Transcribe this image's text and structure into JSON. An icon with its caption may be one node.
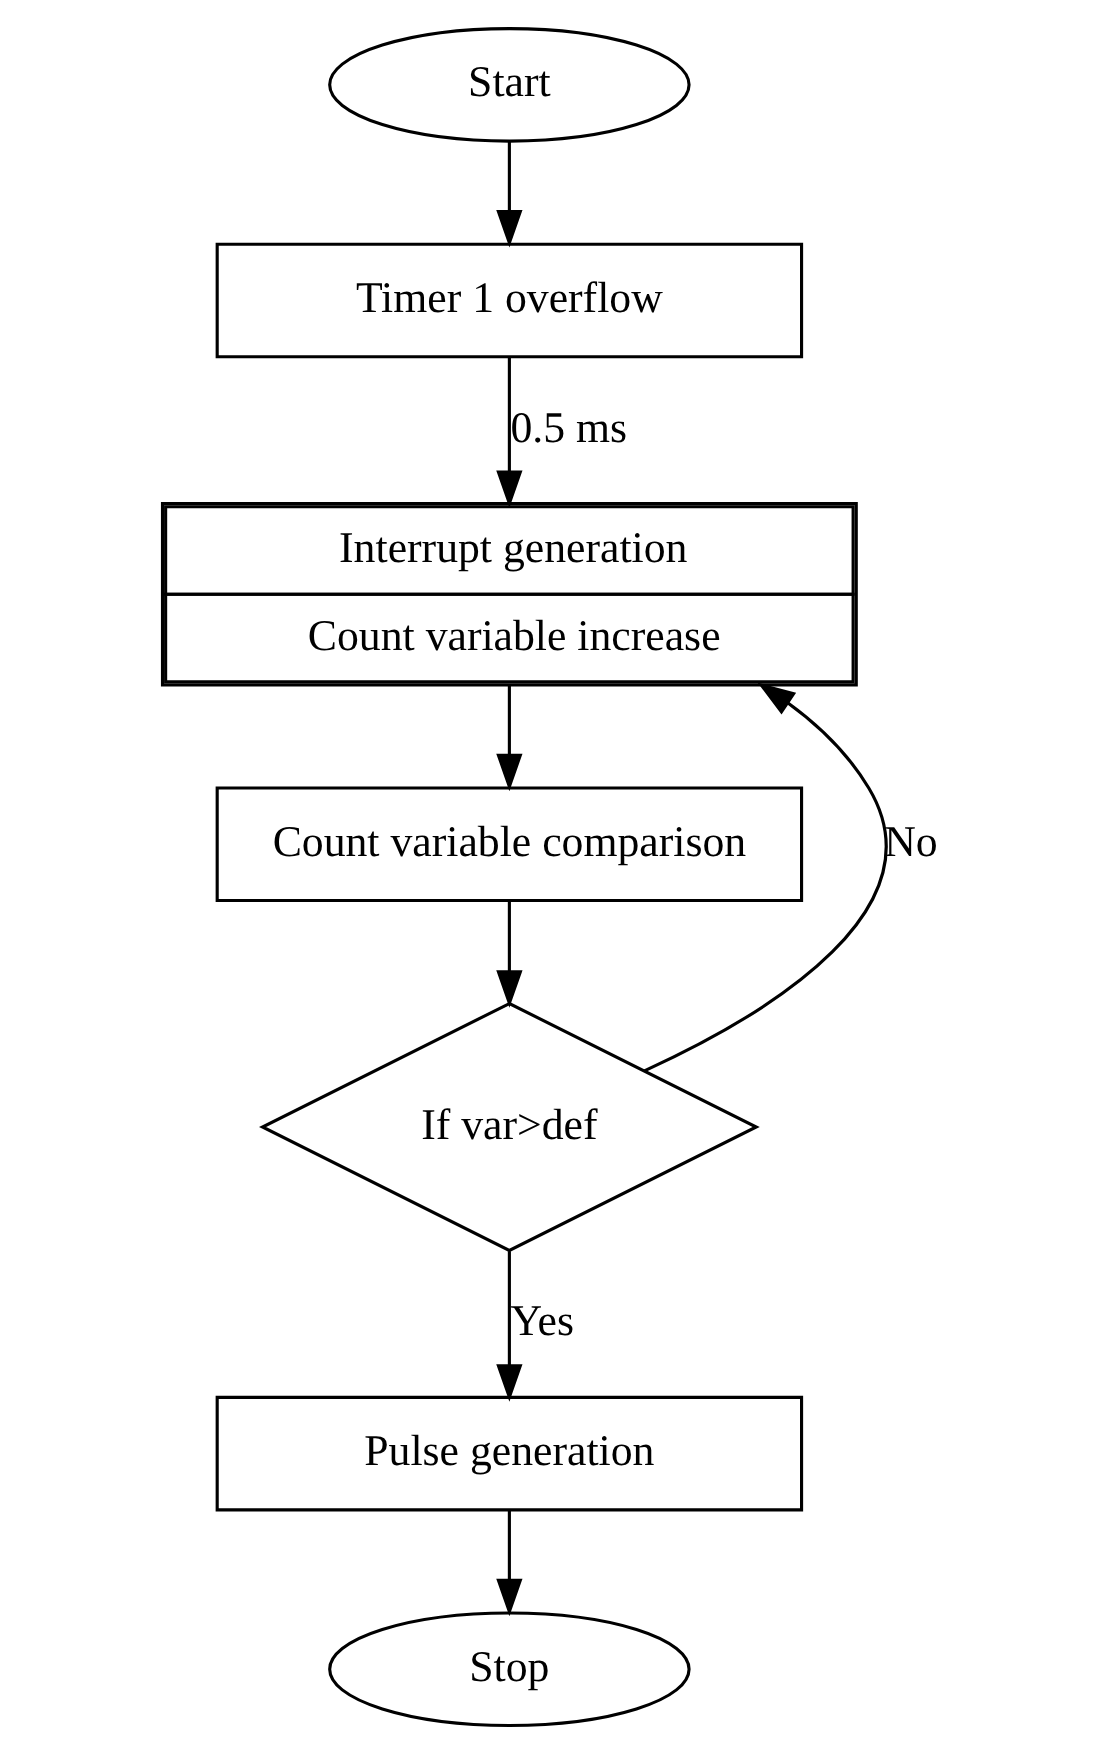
{
  "diagram": {
    "nodes": [
      {
        "text": [
          "Start"
        ]
      },
      {
        "text": [
          "Timer 1 overflow"
        ]
      },
      {
        "text": [
          "Interrupt generation",
          "Count variable increase"
        ]
      },
      {
        "text": [
          "Count variable comparison"
        ]
      },
      {
        "text": [
          "If var>def"
        ]
      },
      {
        "text": [
          "Pulse generation"
        ]
      },
      {
        "text": [
          "Stop"
        ]
      }
    ],
    "edges": [
      {
        "from": 0,
        "to": 1,
        "arrow": "to"
      },
      {
        "from": 1,
        "to": 2,
        "arrow": "to",
        "label": "0.5 ms"
      },
      {
        "from": 2,
        "to": 3,
        "arrow": "to"
      },
      {
        "from": 3,
        "to": 4,
        "arrow": "to"
      },
      {
        "from": 4,
        "to": 2,
        "arrow": "to",
        "label": "No"
      },
      {
        "from": 4,
        "to": 5,
        "arrow": "to",
        "label": "Yes"
      },
      {
        "from": 5,
        "to": 6,
        "arrow": "to"
      }
    ]
  }
}
